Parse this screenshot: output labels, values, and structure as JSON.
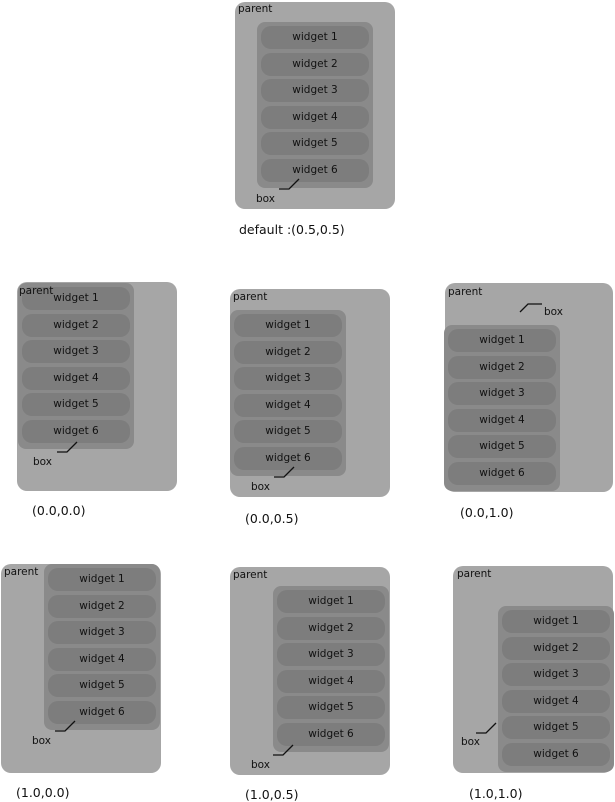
{
  "labels": {
    "parent": "parent",
    "box": "box"
  },
  "widgets": [
    "widget 1",
    "widget 2",
    "widget 3",
    "widget 4",
    "widget 5",
    "widget 6"
  ],
  "panels": [
    {
      "id": "default",
      "caption": "default :(0.5,0.5)",
      "box_position": "center"
    },
    {
      "id": "00-00",
      "caption": "(0.0,0.0)",
      "box_position": "top-left"
    },
    {
      "id": "00-05",
      "caption": "(0.0,0.5)",
      "box_position": "center-left"
    },
    {
      "id": "00-10",
      "caption": "(0.0,1.0)",
      "box_position": "bottom-left"
    },
    {
      "id": "10-00",
      "caption": "(1.0,0.0)",
      "box_position": "top-right"
    },
    {
      "id": "10-05",
      "caption": "(1.0,0.5)",
      "box_position": "center-right"
    },
    {
      "id": "10-10",
      "caption": "(1.0,1.0)",
      "box_position": "bottom-right"
    }
  ],
  "colors": {
    "parent_fill": "#a6a6a6",
    "box_fill": "#8a8a8a",
    "widget_fill": "#7d7d7d",
    "text": "#111111"
  }
}
